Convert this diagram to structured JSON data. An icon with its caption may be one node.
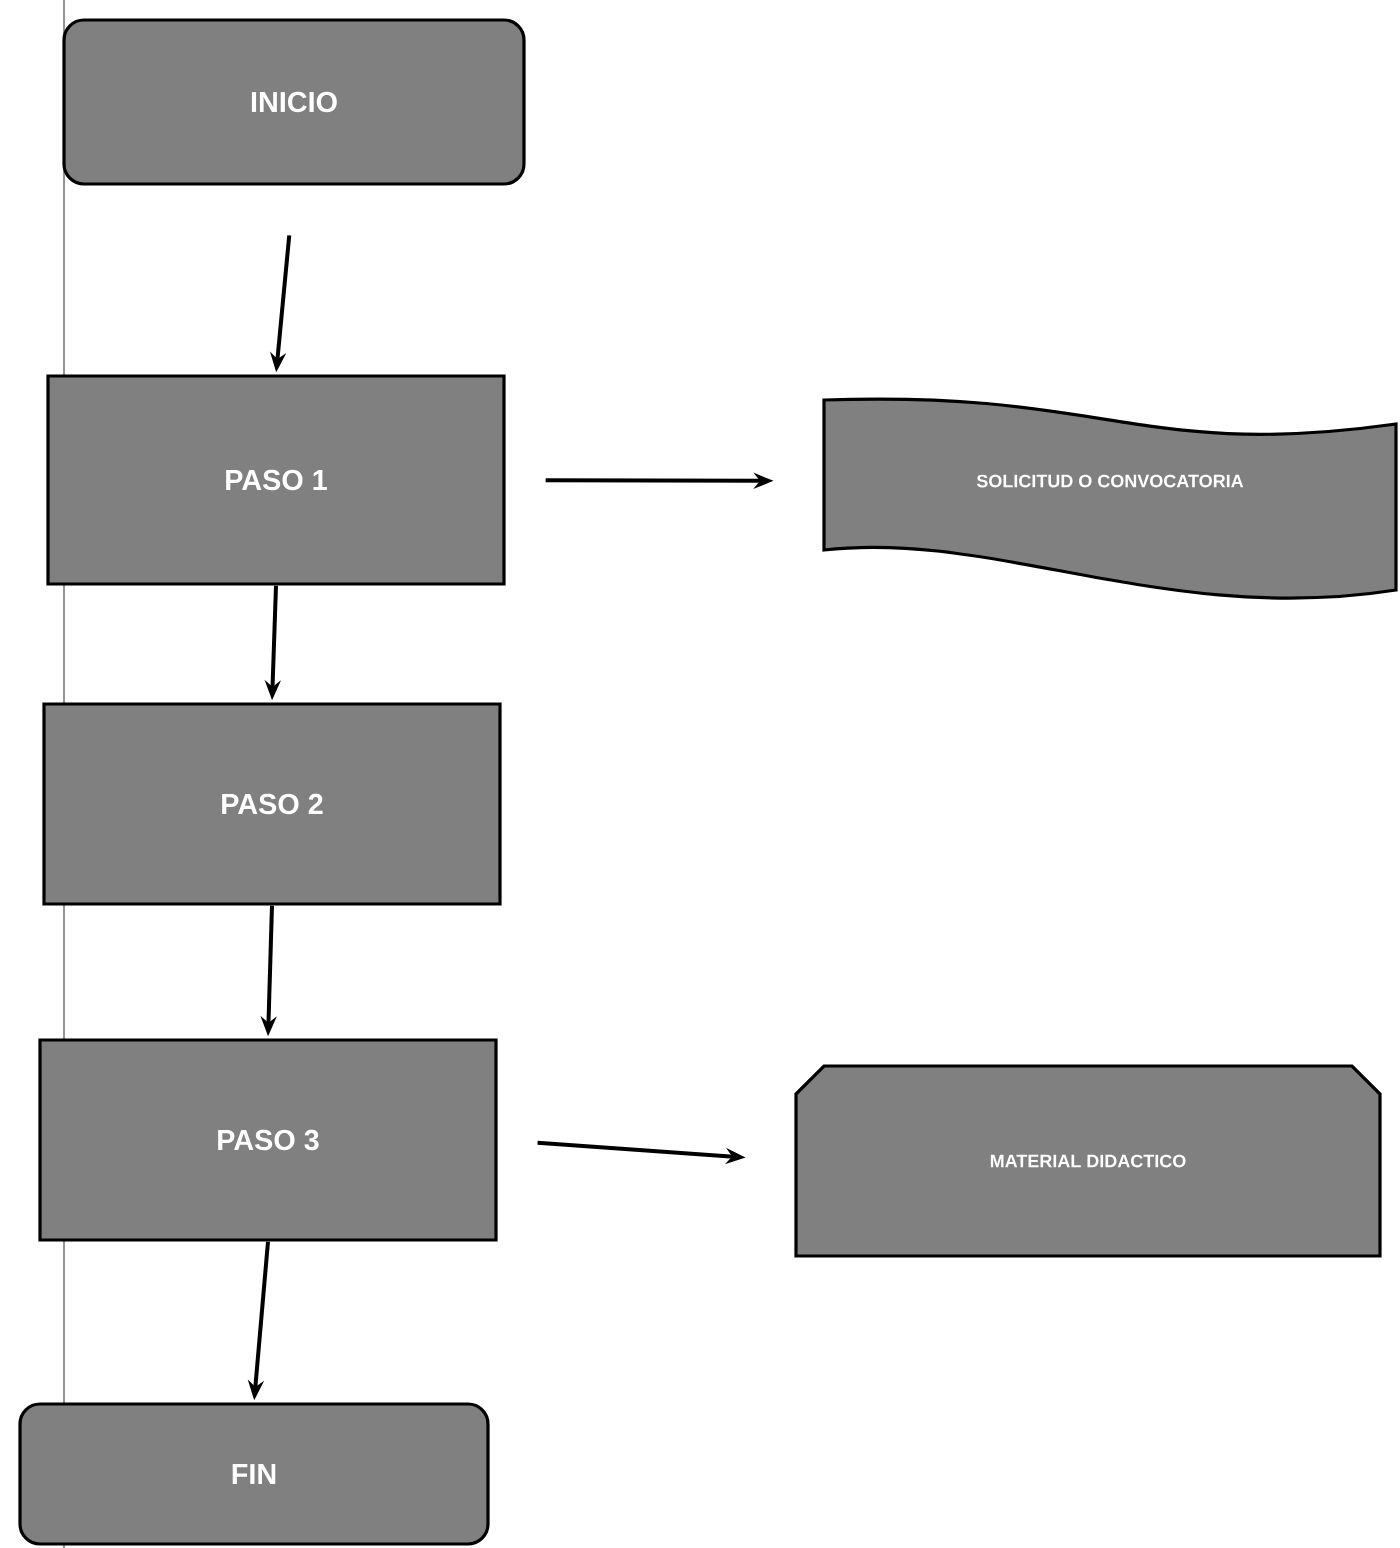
{
  "diagram": {
    "nodes": [
      {
        "text": [
          "INICIO"
        ]
      },
      {
        "text": [
          "PASO 1"
        ]
      },
      {
        "text": [
          "PASO 2"
        ]
      },
      {
        "text": [
          "PASO 3"
        ]
      },
      {
        "text": [
          "FIN"
        ]
      },
      {
        "text": [
          "SOLICITUD O CONVOCATORIA"
        ]
      },
      {
        "text": [
          "MATERIAL DIDACTICO"
        ]
      }
    ],
    "edges": [
      {
        "from": 0,
        "to": 1,
        "arrow": "to"
      },
      {
        "from": 1,
        "to": 2,
        "arrow": "to"
      },
      {
        "from": 2,
        "to": 3,
        "arrow": "to"
      },
      {
        "from": 3,
        "to": 4,
        "arrow": "to"
      },
      {
        "from": 1,
        "to": 5,
        "arrow": "to"
      },
      {
        "from": 3,
        "to": 6,
        "arrow": "to"
      }
    ]
  }
}
